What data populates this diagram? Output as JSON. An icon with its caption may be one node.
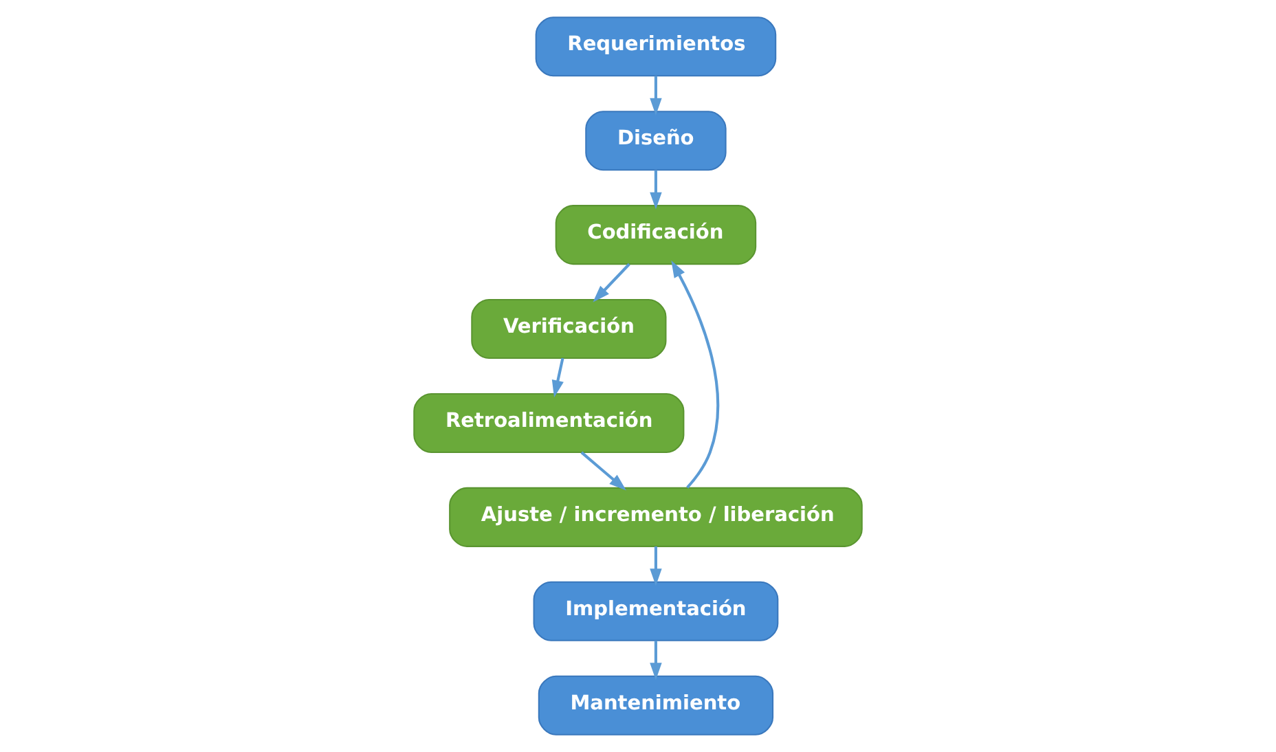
{
  "diagram": {
    "nodes": [
      {
        "text": [
          "Requerimientos"
        ]
      },
      {
        "text": [
          "Diseño"
        ]
      },
      {
        "text": [
          "Codificación"
        ]
      },
      {
        "text": [
          "Verificación"
        ]
      },
      {
        "text": [
          "Retroalimentación"
        ]
      },
      {
        "text": [
          "Ajuste / incremento / liberación"
        ]
      },
      {
        "text": [
          "Implementación"
        ]
      },
      {
        "text": [
          "Mantenimiento"
        ]
      }
    ],
    "edges": [
      {
        "from": 0,
        "to": 1,
        "arrow": "to"
      },
      {
        "from": 1,
        "to": 2,
        "arrow": "to"
      },
      {
        "from": 2,
        "to": 3,
        "arrow": "to"
      },
      {
        "from": 3,
        "to": 4,
        "arrow": "to"
      },
      {
        "from": 4,
        "to": 5,
        "arrow": "to"
      },
      {
        "from": 5,
        "to": 2,
        "arrow": "to"
      },
      {
        "from": 5,
        "to": 6,
        "arrow": "to"
      },
      {
        "from": 6,
        "to": 7,
        "arrow": "to"
      }
    ]
  }
}
